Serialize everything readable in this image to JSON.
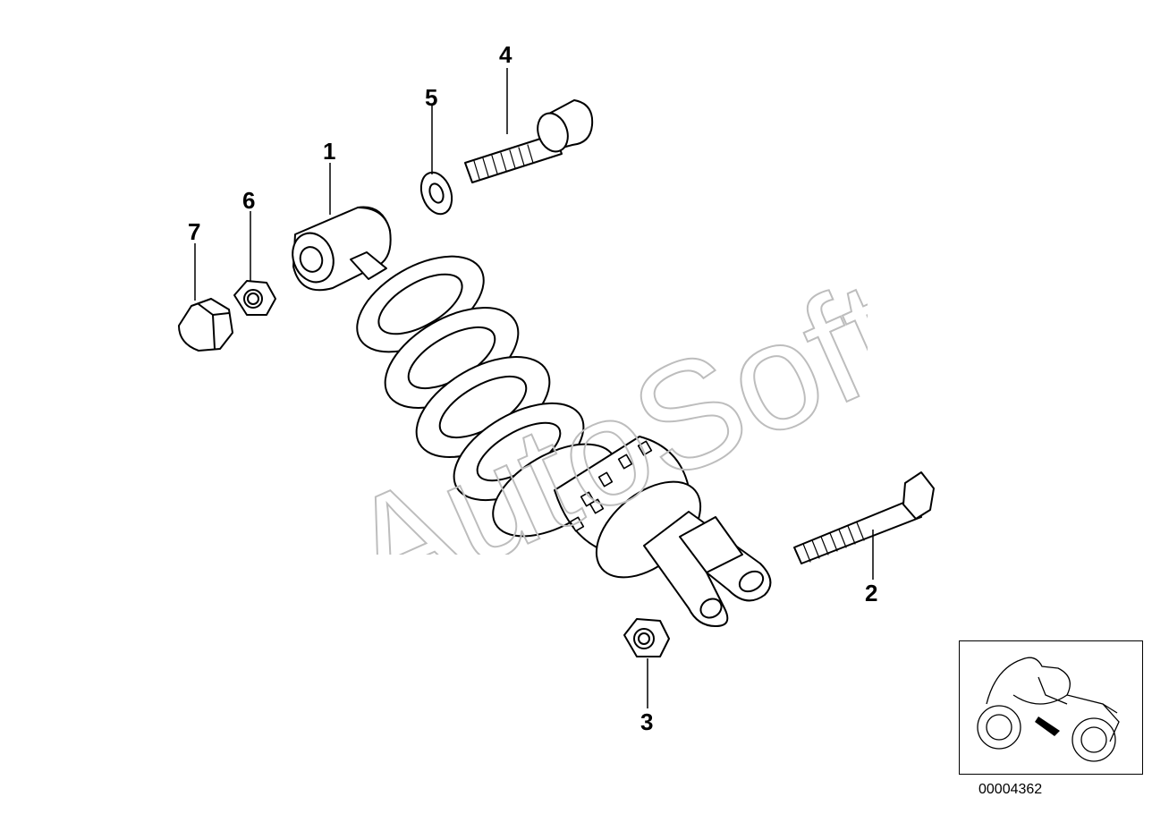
{
  "diagram": {
    "parts": [
      {
        "number": "1"
      },
      {
        "number": "2"
      },
      {
        "number": "3"
      },
      {
        "number": "4"
      },
      {
        "number": "5"
      },
      {
        "number": "6"
      },
      {
        "number": "7"
      }
    ],
    "diagram_id": "00004362",
    "watermark": "AutoSoft"
  }
}
